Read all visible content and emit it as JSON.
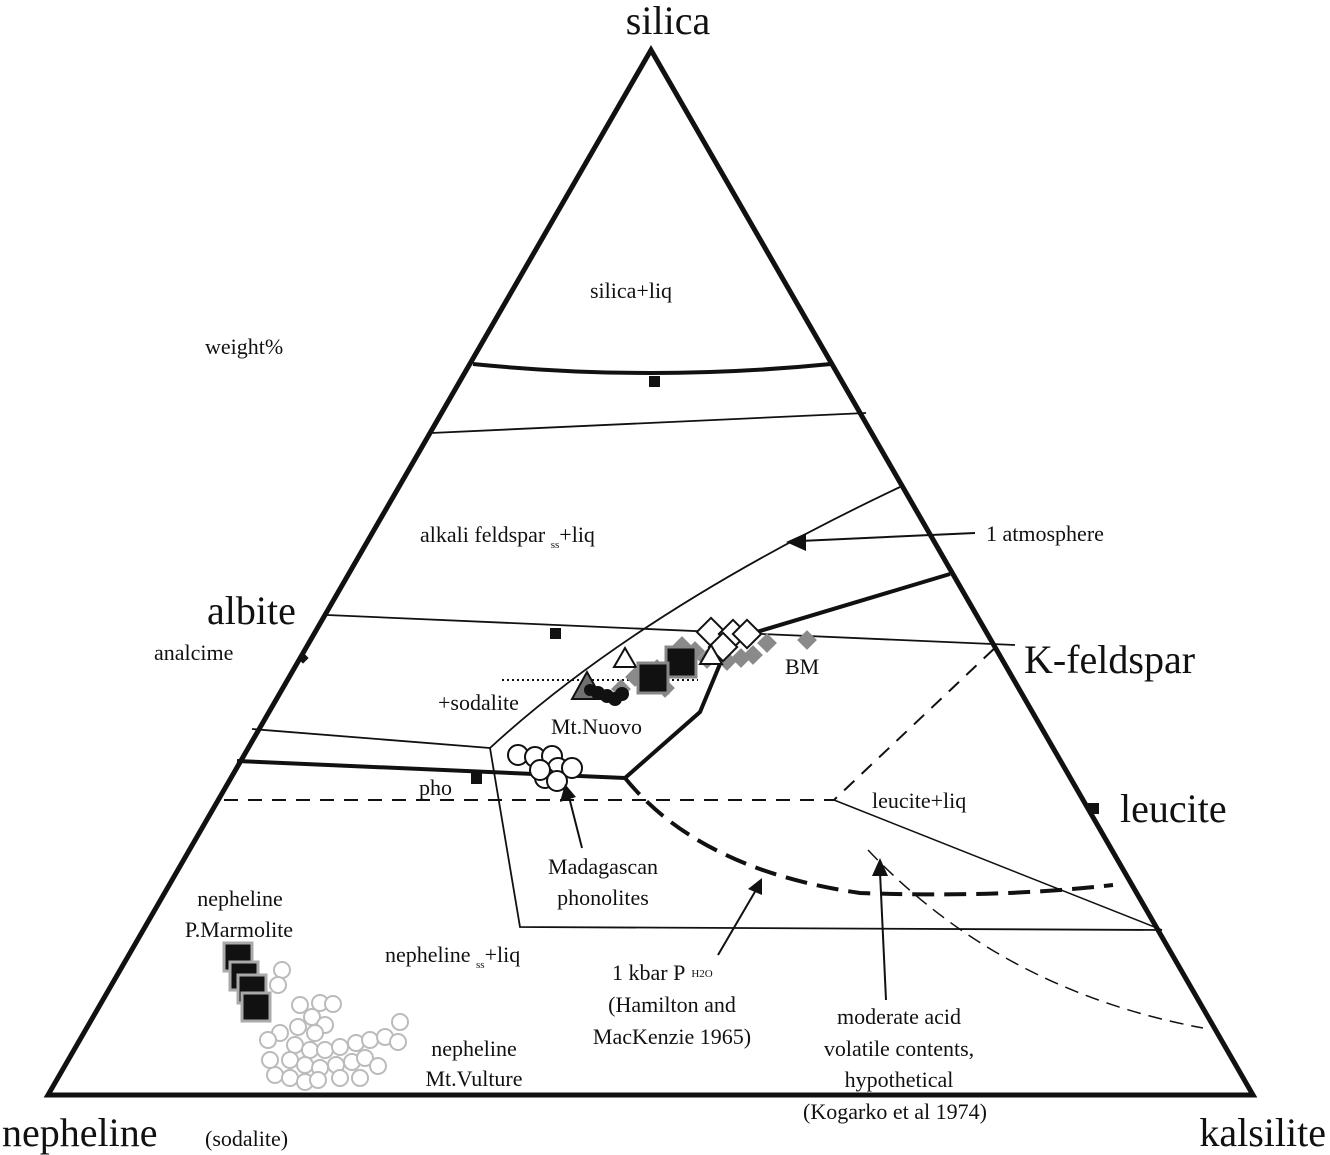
{
  "corners": {
    "top": "silica",
    "left": "nepheline",
    "left_sub": "(sodalite)",
    "right": "kalsilite"
  },
  "side_labels": {
    "albite": "albite",
    "k_feldspar": "K-feldspar",
    "leucite": "leucite",
    "analcime": "analcime"
  },
  "units": "weight%",
  "fields": {
    "silica_liq": "silica+liq",
    "alkali_feldspar_main": "alkali feldspar ",
    "alkali_feldspar_sub": "ss",
    "alkali_feldspar_tail": "+liq",
    "sodalite": "+sodalite",
    "leucite_liq": "leucite+liq",
    "nepheline_main": "nepheline ",
    "nepheline_sub": "ss",
    "nepheline_tail": "+liq",
    "pho": "pho"
  },
  "point_labels": {
    "mt_nuovo": "Mt.Nuovo",
    "bm": "BM",
    "madagascan_1": "Madagascan",
    "madagascan_2": "phonolites",
    "marmolite_1": "nepheline",
    "marmolite_2": "P.Marmolite",
    "vulture_1": "nepheline",
    "vulture_2": "Mt.Vulture"
  },
  "annotations": {
    "one_atm": "1 atmosphere",
    "kbar_main": "1 kbar P",
    "kbar_sub": "H2O",
    "hamilton_1": "(Hamilton and",
    "hamilton_2": "MacKenzie 1965)",
    "kogarko_1": "moderate acid",
    "kogarko_2": "volatile contents,",
    "kogarko_3": "hypothetical",
    "kogarko_4": "(Kogarko et al 1974)"
  },
  "colors": {
    "ink": "#111111",
    "gray_marker": "#8a8a8a",
    "light_marker": "#bbbbbb"
  }
}
